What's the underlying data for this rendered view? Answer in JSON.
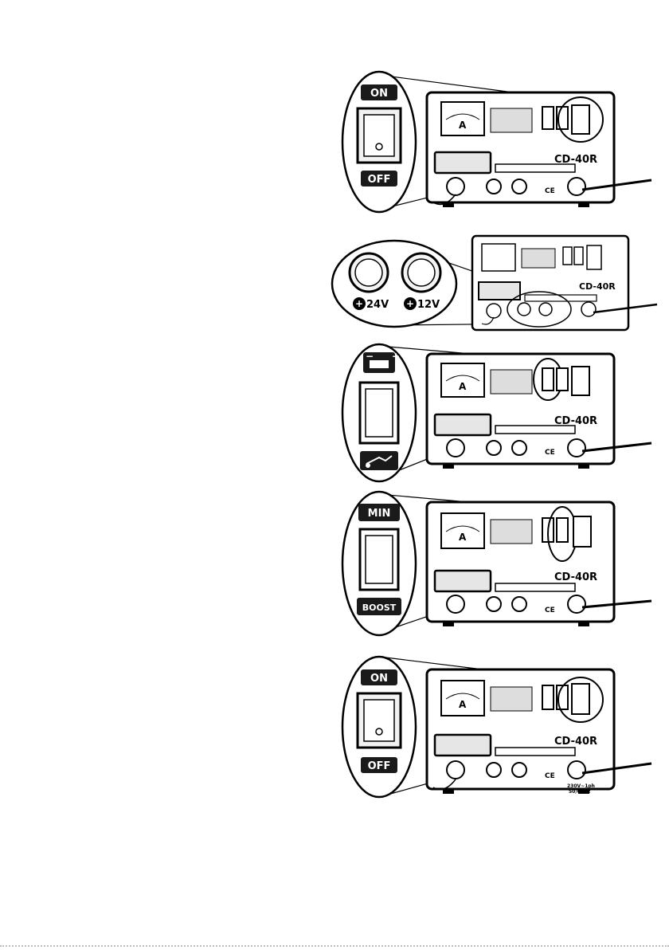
{
  "device": {
    "model": "CD-40R",
    "meter_unit": "A",
    "mains_rating_line1": "230V~1ph",
    "mains_rating_line2": "50/60Hz",
    "terminal_24v_label": "24V",
    "terminal_12v_label": "12V",
    "ce_mark": "CE"
  },
  "figures": [
    {
      "name": "power-on-off",
      "callout_top": "ON",
      "callout_bottom": "OFF"
    },
    {
      "name": "output-terminals",
      "left_label": "24V",
      "right_label": "12V"
    },
    {
      "name": "mode-switch",
      "top_icon": "battery-icon",
      "bottom_icon": "start-icon"
    },
    {
      "name": "min-boost",
      "callout_top": "MIN",
      "callout_bottom": "BOOST"
    },
    {
      "name": "power-on-off-final",
      "callout_top": "ON",
      "callout_bottom": "OFF"
    }
  ]
}
